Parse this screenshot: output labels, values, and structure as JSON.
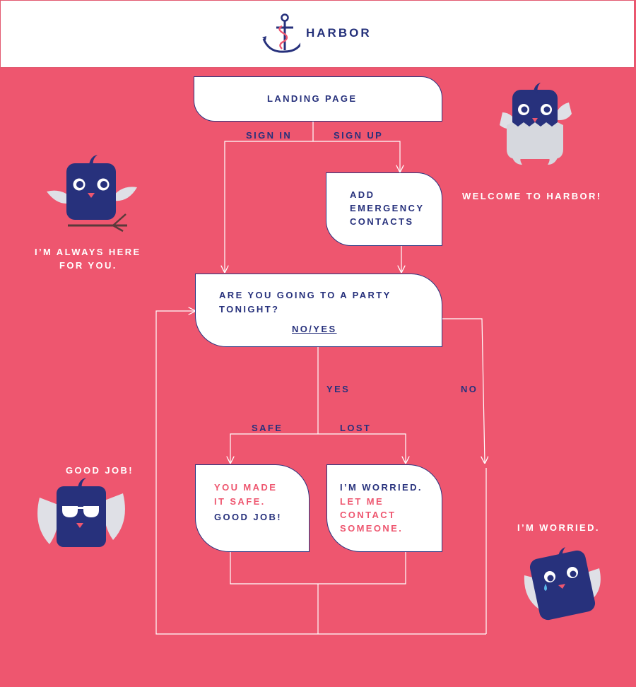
{
  "header": {
    "brand": "HARBOR",
    "logo_icon": "anchor-icon"
  },
  "nodes": {
    "landing": "LANDING PAGE",
    "emergency": [
      "ADD",
      "EMERGENCY",
      "CONTACTS"
    ],
    "party_question": [
      "ARE YOU GOING TO A PARTY",
      "TONIGHT?"
    ],
    "party_answer": "NO/YES",
    "safe": {
      "line1": "YOU MADE",
      "line2": "IT SAFE.",
      "line3": "GOOD JOB!"
    },
    "worried": {
      "line1": "I’M WORRIED.",
      "line2": "LET ME",
      "line3": "CONTACT",
      "line4": "SOMEONE."
    }
  },
  "edges": {
    "sign_in": "SIGN IN",
    "sign_up": "SIGN UP",
    "yes": "YES",
    "no": "NO",
    "safe": "SAFE",
    "lost": "LOST"
  },
  "captions": {
    "welcome": "WELCOME TO HARBOR!",
    "always_here": [
      "I’M ALWAYS HERE",
      "FOR YOU."
    ],
    "good_job": "GOOD JOB!",
    "worried": "I’M WORRIED."
  },
  "colors": {
    "background": "#ee566f",
    "navy": "#27317c",
    "white": "#ffffff",
    "grey": "#d6d8de"
  }
}
